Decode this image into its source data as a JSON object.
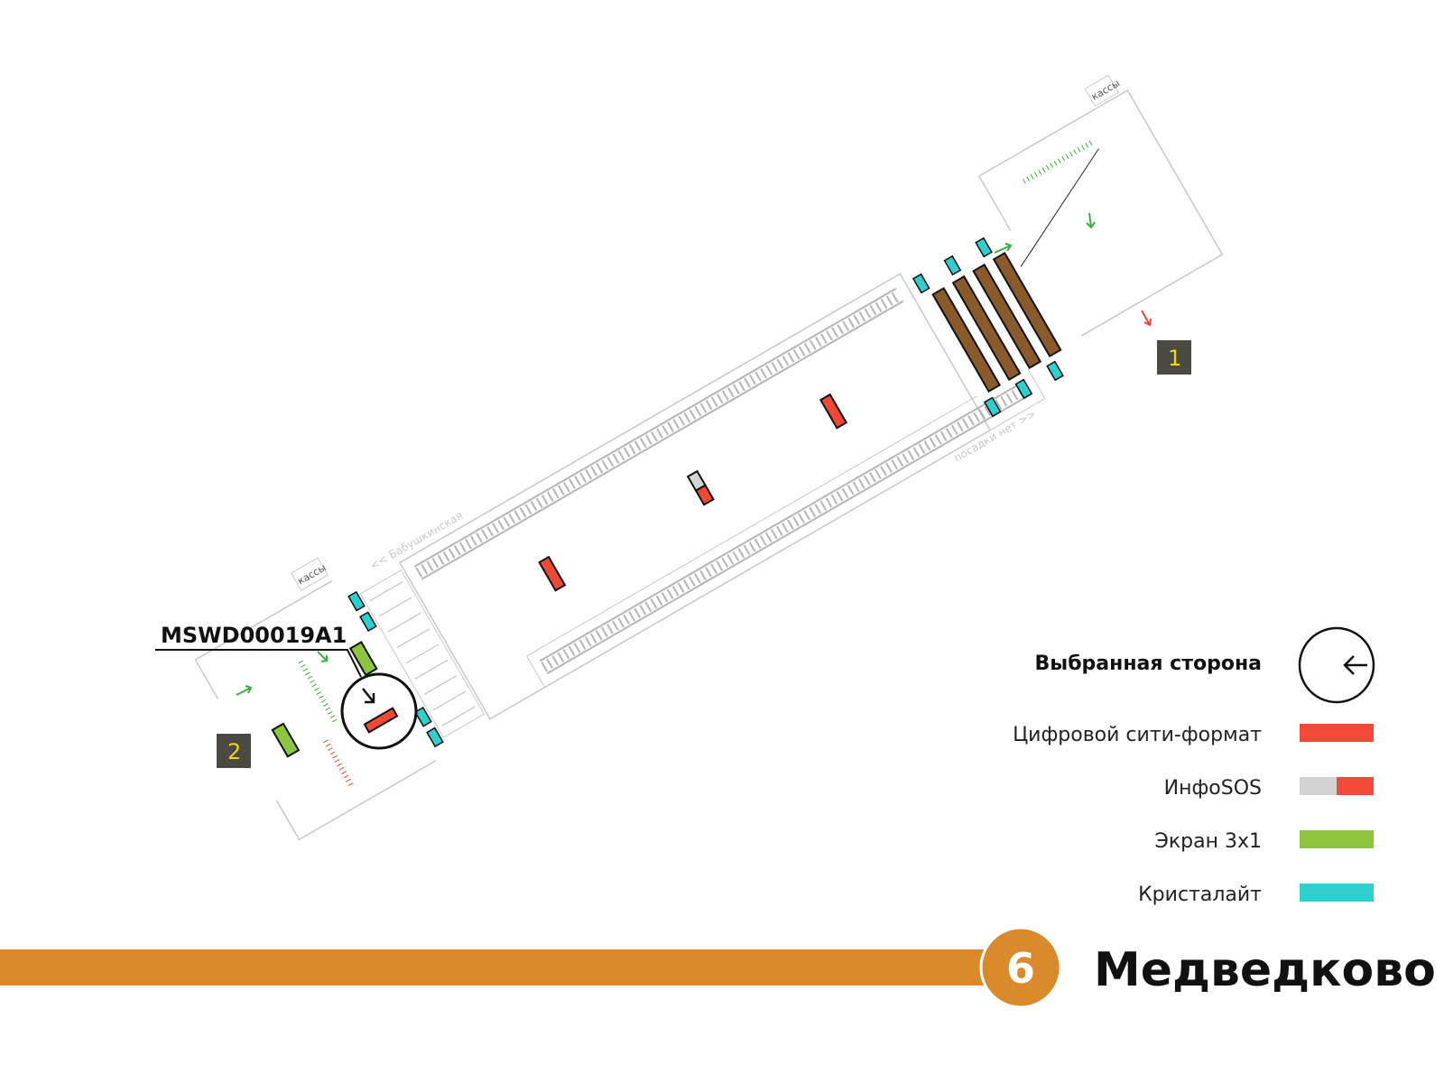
{
  "station": {
    "name": "Медведково",
    "line_number": "6",
    "line_color": "#db8a2b"
  },
  "selected_side": {
    "code": "MSWD00019A1"
  },
  "directions": {
    "left": "<< Бабушкинская",
    "right": "посадки нет >>"
  },
  "cash_desks_label": "кассы",
  "exits": [
    {
      "number": "1"
    },
    {
      "number": "2"
    }
  ],
  "legend": {
    "title": "Выбранная сторона",
    "items": [
      {
        "label": "Цифровой сити-формат",
        "color": "#f04a37",
        "key": "city"
      },
      {
        "label": "ИнфоSOS",
        "color": "#f04a37",
        "secondary_color": "#d3d3d3",
        "key": "sos"
      },
      {
        "label": "Экран 3х1",
        "color": "#8cc63f",
        "key": "screen"
      },
      {
        "label": "Кристалайт",
        "color": "#2ecfcf",
        "key": "crystal"
      }
    ]
  },
  "colors": {
    "platform_outline": "#c8c8c8",
    "track": "#b5b5b5",
    "stairs": "#8b5a2b",
    "exit_box": "#4a4a42",
    "exit_text": "#f2d21b"
  }
}
